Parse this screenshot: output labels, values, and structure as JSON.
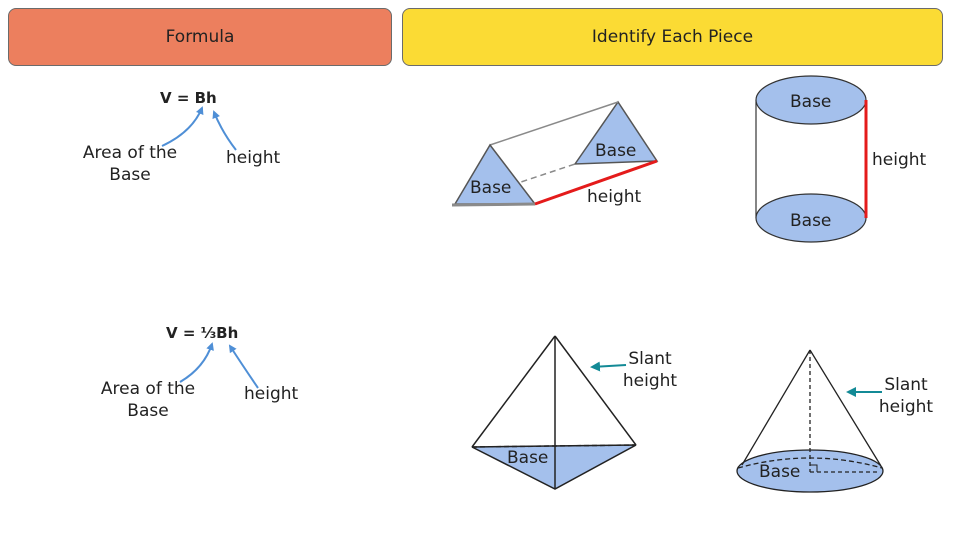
{
  "headers": {
    "formula": "Formula",
    "identify": "Identify Each Piece"
  },
  "formulas": {
    "prism_cylinder": {
      "equation": "V = Bh",
      "area_label": "Area of the Base",
      "height_label": "height"
    },
    "pyramid_cone": {
      "equation": "V = ⅓Bh",
      "area_label": "Area of the Base",
      "height_label": "height"
    }
  },
  "figures": {
    "triangular_prism": {
      "base_left": "Base",
      "base_right": "Base",
      "height": "height"
    },
    "cylinder": {
      "base_top": "Base",
      "base_bottom": "Base",
      "height": "height"
    },
    "pyramid": {
      "base": "Base",
      "slant_height": "Slant height"
    },
    "cone": {
      "base": "Base",
      "slant_height": "Slant height"
    }
  },
  "colors": {
    "formula_header": "#ec7f5e",
    "identify_header": "#fbdb34",
    "base_fill": "#a4c0ec",
    "height_line": "#e41b1b",
    "arrow_blue": "#4f8fd6",
    "arrow_teal": "#138a96"
  }
}
